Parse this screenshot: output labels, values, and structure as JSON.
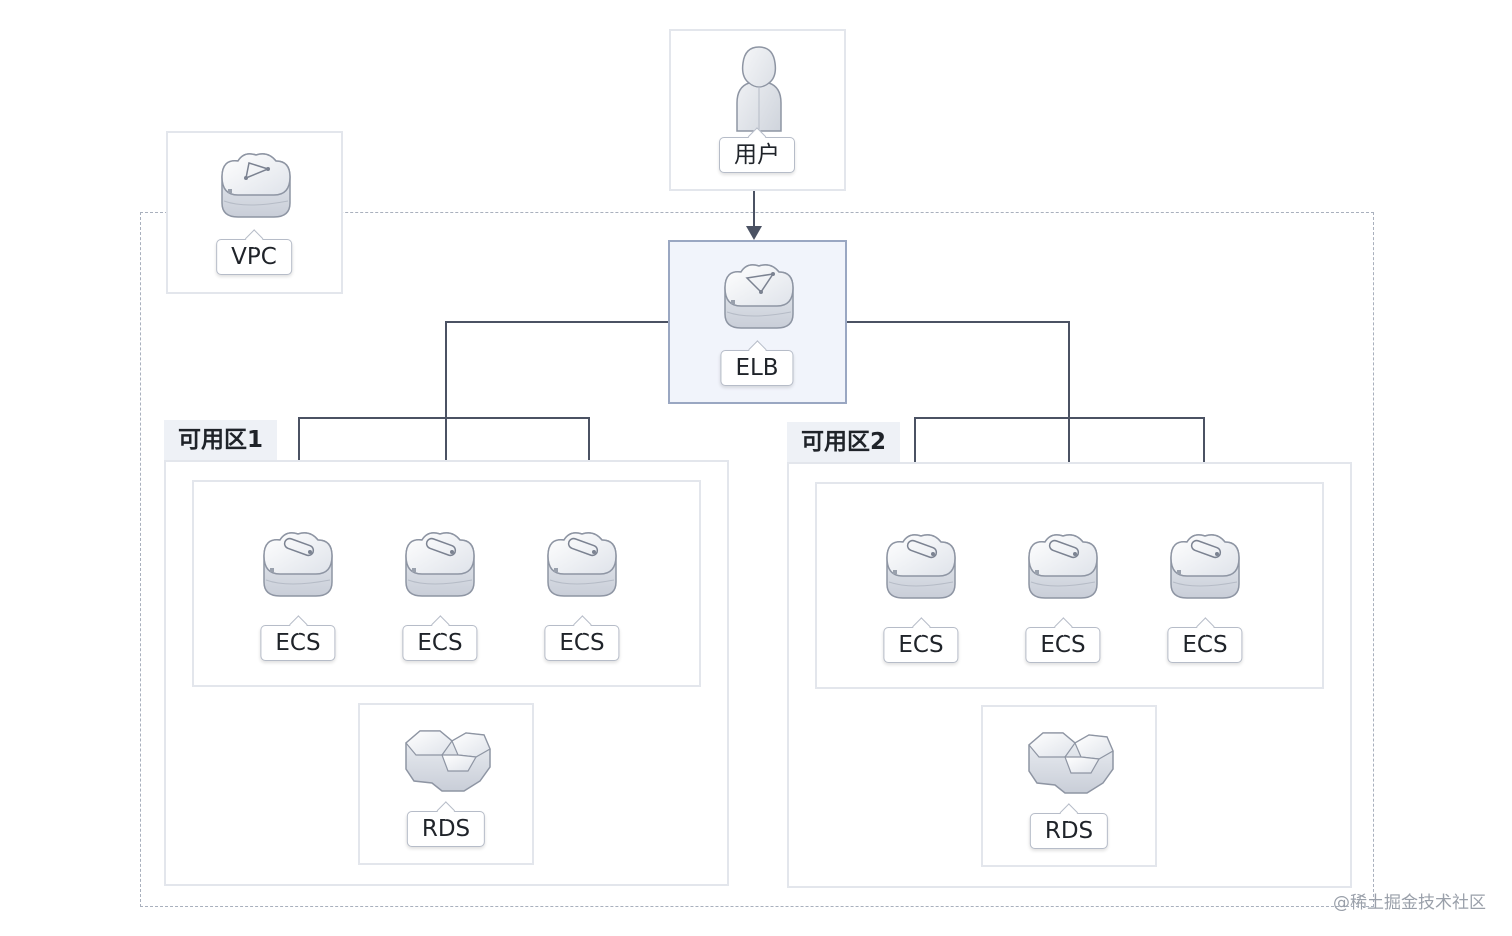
{
  "nodes": {
    "user": {
      "label": "用户",
      "icon": "user-icon"
    },
    "vpc": {
      "label": "VPC",
      "icon": "vpc-cloud-icon"
    },
    "elb": {
      "label": "ELB",
      "icon": "elb-cloud-icon"
    },
    "zone1": {
      "title": "可用区1",
      "ecs": [
        {
          "label": "ECS"
        },
        {
          "label": "ECS"
        },
        {
          "label": "ECS"
        }
      ],
      "rds": {
        "label": "RDS",
        "icon": "rds-database-icon"
      }
    },
    "zone2": {
      "title": "可用区2",
      "ecs": [
        {
          "label": "ECS"
        },
        {
          "label": "ECS"
        },
        {
          "label": "ECS"
        }
      ],
      "rds": {
        "label": "RDS",
        "icon": "rds-database-icon"
      }
    }
  },
  "edges": [
    [
      "用户",
      "ELB"
    ],
    [
      "ELB",
      "可用区1 ECS 1"
    ],
    [
      "ELB",
      "可用区1 ECS 2"
    ],
    [
      "ELB",
      "可用区1 ECS 3"
    ],
    [
      "ELB",
      "可用区2 ECS 1"
    ],
    [
      "ELB",
      "可用区2 ECS 2"
    ],
    [
      "ELB",
      "可用区2 ECS 3"
    ]
  ],
  "watermark": "@稀土掘金技术社区",
  "colors": {
    "line": "#4b5263",
    "border": "#e3e6ec",
    "highlight": "#f1f4fb",
    "dashed": "#a9b0bd"
  }
}
